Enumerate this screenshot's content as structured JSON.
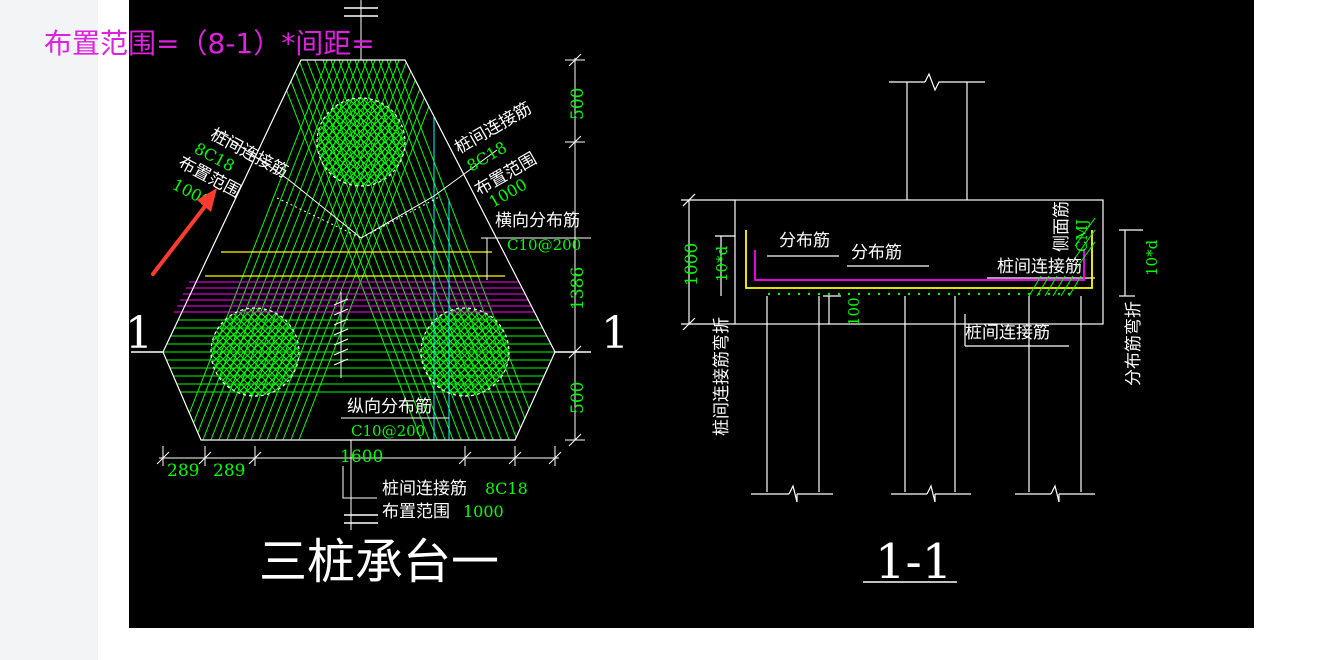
{
  "annotation": {
    "formula": "布置范围=（8-1）*间距="
  },
  "plan": {
    "title": "三桩承台一",
    "left_label": {
      "name": "桩间连接筋",
      "spec": "8C18",
      "range_label": "布置范围",
      "range_value": "1000"
    },
    "right_label": {
      "name": "桩间连接筋",
      "spec": "8C18",
      "range_label": "布置范围",
      "range_value": "1000"
    },
    "horizontal_bar": {
      "name": "横向分布筋",
      "spec": "C10@200"
    },
    "vertical_bar": {
      "name": "纵向分布筋",
      "spec": "C10@200"
    },
    "bottom_label": {
      "name": "桩间连接筋",
      "spec": "8C18",
      "range_label": "布置范围",
      "range_value": "1000"
    },
    "dims_right": [
      "500",
      "1386",
      "500"
    ],
    "dims_bottom": [
      "289",
      "289",
      "1600"
    ],
    "section_mark": "1"
  },
  "section": {
    "title": "1-1",
    "dim_left": "1000",
    "dim_10d_left": "10*d",
    "dim_10d_right": "10*d",
    "dim_100": "100",
    "labels": {
      "dist1": "分布筋",
      "dist2": "分布筋",
      "connect_top": "桩间连接筋",
      "side_bar": "侧面筋",
      "side_spec": "CMJ",
      "connect_bottom": "桩间连接筋",
      "left_vertical": "桩间连接筋弯折",
      "right_vertical": "分布筋弯折"
    }
  },
  "colors": {
    "background": "#000000",
    "green": "#00ff00",
    "magenta": "#ff00ff",
    "yellow": "#ffff00",
    "cyan": "#00ffff",
    "white": "#ffffff",
    "arrow": "#ff3b30",
    "note": "#e020e0"
  }
}
